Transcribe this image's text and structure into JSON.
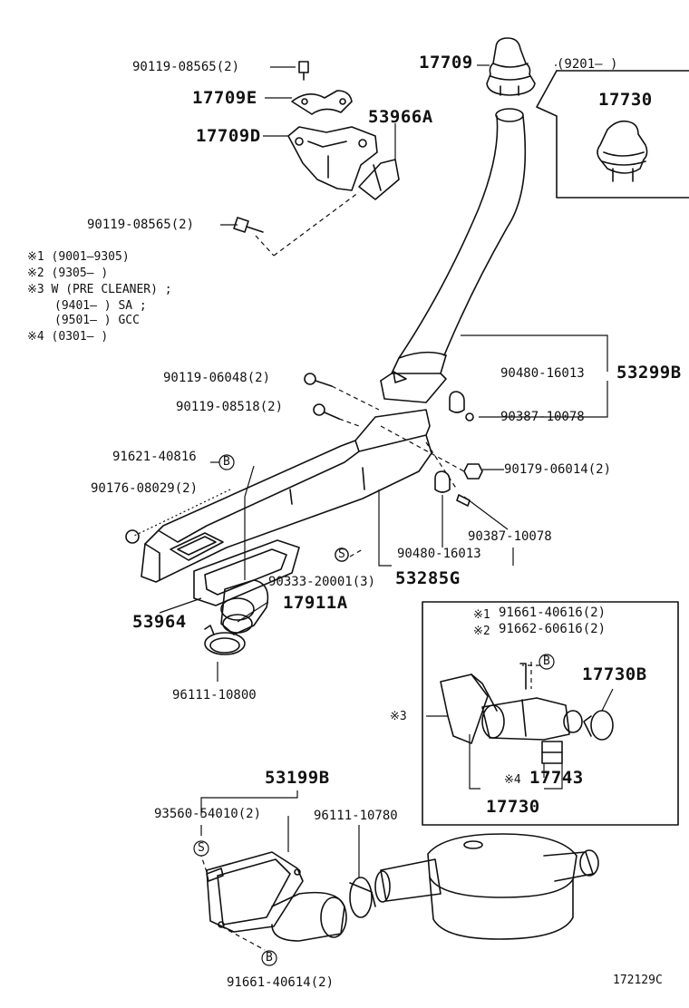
{
  "parts": {
    "p17709": "17709",
    "p9201": "(9201–        )",
    "p17730_inset": "17730",
    "p90119_08565_a": "90119-08565(2)",
    "p17709E": "17709E",
    "p17709D": "17709D",
    "p53966A": "53966A",
    "p90119_08565_b": "90119-08565(2)",
    "p90119_06048": "90119-06048(2)",
    "p90480_16013_a": "90480-16013",
    "p53299B": "53299B",
    "p90119_08518": "90119-08518(2)",
    "p90387_10078_a": "90387-10078",
    "p91621_40816": "91621-40816",
    "p90179_06014": "90179-06014(2)",
    "p90176_08029": "90176-08029(2)",
    "p90387_10078_b": "90387-10078",
    "p90480_16013_b": "90480-16013",
    "p90333_20001": "90333-20001(3)",
    "p53285G": "53285G",
    "p53964": "53964",
    "p17911A": "17911A",
    "p96111_10800": "96111-10800",
    "p91661_40616": "91661-40616(2)",
    "p91662_60616": "91662-60616(2)",
    "p17730B": "17730B",
    "p17743": "17743",
    "p17730": "17730",
    "p53199B": "53199B",
    "p93560_54010": "93560-54010(2)",
    "p96111_10780": "96111-10780",
    "p91661_40614": "91661-40614(2)"
  },
  "notes": {
    "n1": "※1 (9001–9305)",
    "n2": "※2 (9305–        )",
    "n3": "※3 W (PRE  CLEANER) ;",
    "n3a": "(9401–        ) SA ;",
    "n3b": "(9501–        ) GCC",
    "n4": "※4 (0301–        )"
  },
  "markers": {
    "star1": "※1",
    "star2": "※2",
    "star3": "※3",
    "star4": "※4",
    "b": "B",
    "s": "S"
  },
  "figure_id": "172129C"
}
